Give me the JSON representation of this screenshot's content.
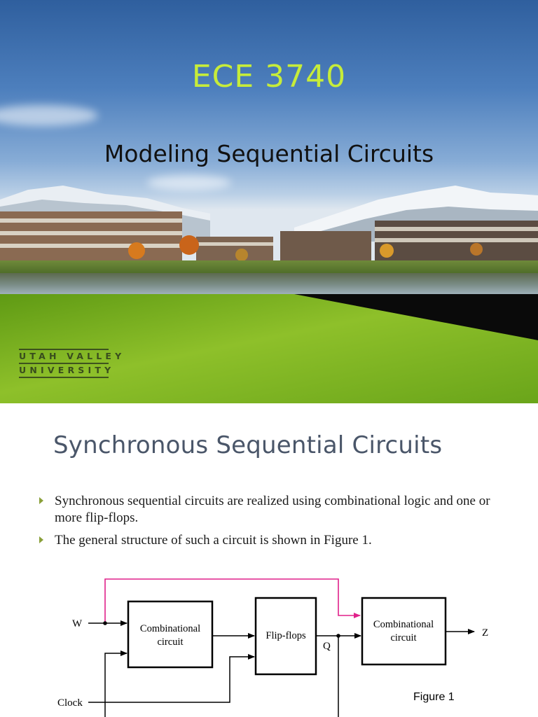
{
  "slide1": {
    "course_code": "ECE 3740",
    "title": "Modeling Sequential Circuits",
    "logo": {
      "line1": "UTAH VALLEY",
      "line2": "UNIVERSITY"
    },
    "colors": {
      "course_code": "#c6ec3a",
      "green_band": "#7fb21f"
    }
  },
  "slide2": {
    "title": "Synchronous Sequential Circuits",
    "bullets": [
      "Synchronous sequential circuits are realized using combinational logic and one or more flip-flops.",
      "The general structure of such a circuit is shown in Figure 1."
    ],
    "figure": {
      "input_label": "W",
      "clock_label": "Clock",
      "output_label": "Z",
      "state_label": "Q",
      "block1_line1": "Combinational",
      "block1_line2": "circuit",
      "flipflops": "Flip-flops",
      "block2_line1": "Combinational",
      "block2_line2": "circuit",
      "caption": "Figure 1",
      "feedforward_color": "#e0218a"
    }
  }
}
